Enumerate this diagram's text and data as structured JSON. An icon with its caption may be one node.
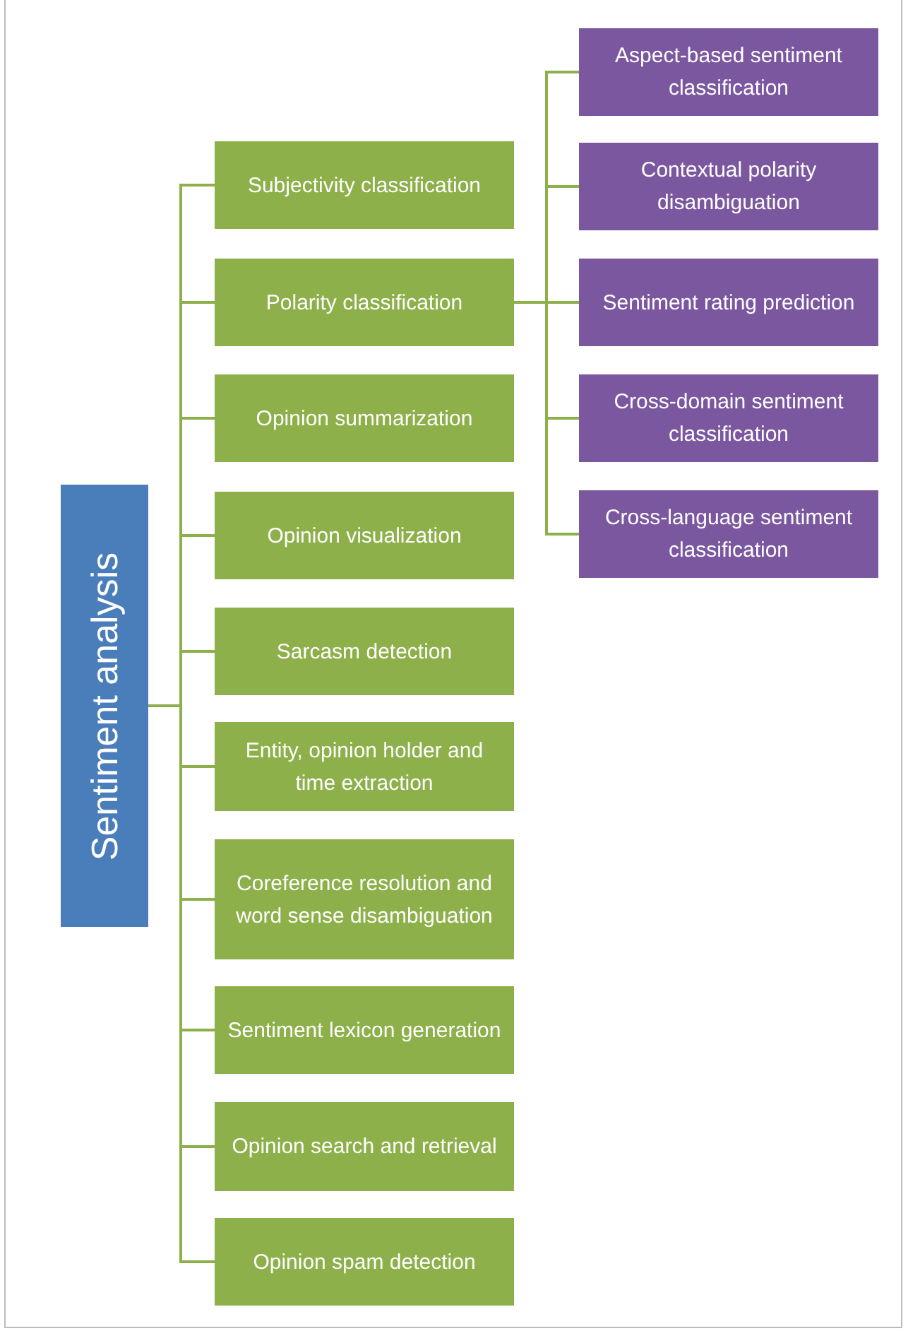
{
  "diagram": {
    "nodes": [
      {
        "text": [
          "Sentiment analysis"
        ]
      },
      {
        "text": [
          "Subjectivity classification"
        ]
      },
      {
        "text": [
          "Polarity classification"
        ]
      },
      {
        "text": [
          "Opinion summarization"
        ]
      },
      {
        "text": [
          "Opinion visualization"
        ]
      },
      {
        "text": [
          "Sarcasm detection"
        ]
      },
      {
        "text": [
          "Entity, opinion holder and time extraction"
        ]
      },
      {
        "text": [
          "Coreference resolution and word sense disambiguation"
        ]
      },
      {
        "text": [
          "Sentiment lexicon generation"
        ]
      },
      {
        "text": [
          "Opinion search and retrieval"
        ]
      },
      {
        "text": [
          "Opinion spam detection"
        ]
      },
      {
        "text": [
          "Aspect-based sentiment classification"
        ]
      },
      {
        "text": [
          "Contextual polarity disambiguation"
        ]
      },
      {
        "text": [
          "Sentiment rating prediction"
        ]
      },
      {
        "text": [
          "Cross-domain sentiment classification"
        ]
      },
      {
        "text": [
          "Cross-language sentiment classification"
        ]
      }
    ],
    "edges": [
      {
        "from": 0,
        "to": 1,
        "arrow": "none"
      },
      {
        "from": 0,
        "to": 2,
        "arrow": "none"
      },
      {
        "from": 0,
        "to": 3,
        "arrow": "none"
      },
      {
        "from": 0,
        "to": 4,
        "arrow": "none"
      },
      {
        "from": 0,
        "to": 5,
        "arrow": "none"
      },
      {
        "from": 0,
        "to": 6,
        "arrow": "none"
      },
      {
        "from": 0,
        "to": 7,
        "arrow": "none"
      },
      {
        "from": 0,
        "to": 8,
        "arrow": "none"
      },
      {
        "from": 0,
        "to": 9,
        "arrow": "none"
      },
      {
        "from": 0,
        "to": 10,
        "arrow": "none"
      },
      {
        "from": 2,
        "to": 11,
        "arrow": "none"
      },
      {
        "from": 2,
        "to": 12,
        "arrow": "none"
      },
      {
        "from": 2,
        "to": 13,
        "arrow": "none"
      },
      {
        "from": 2,
        "to": 14,
        "arrow": "none"
      },
      {
        "from": 2,
        "to": 15,
        "arrow": "none"
      }
    ]
  }
}
